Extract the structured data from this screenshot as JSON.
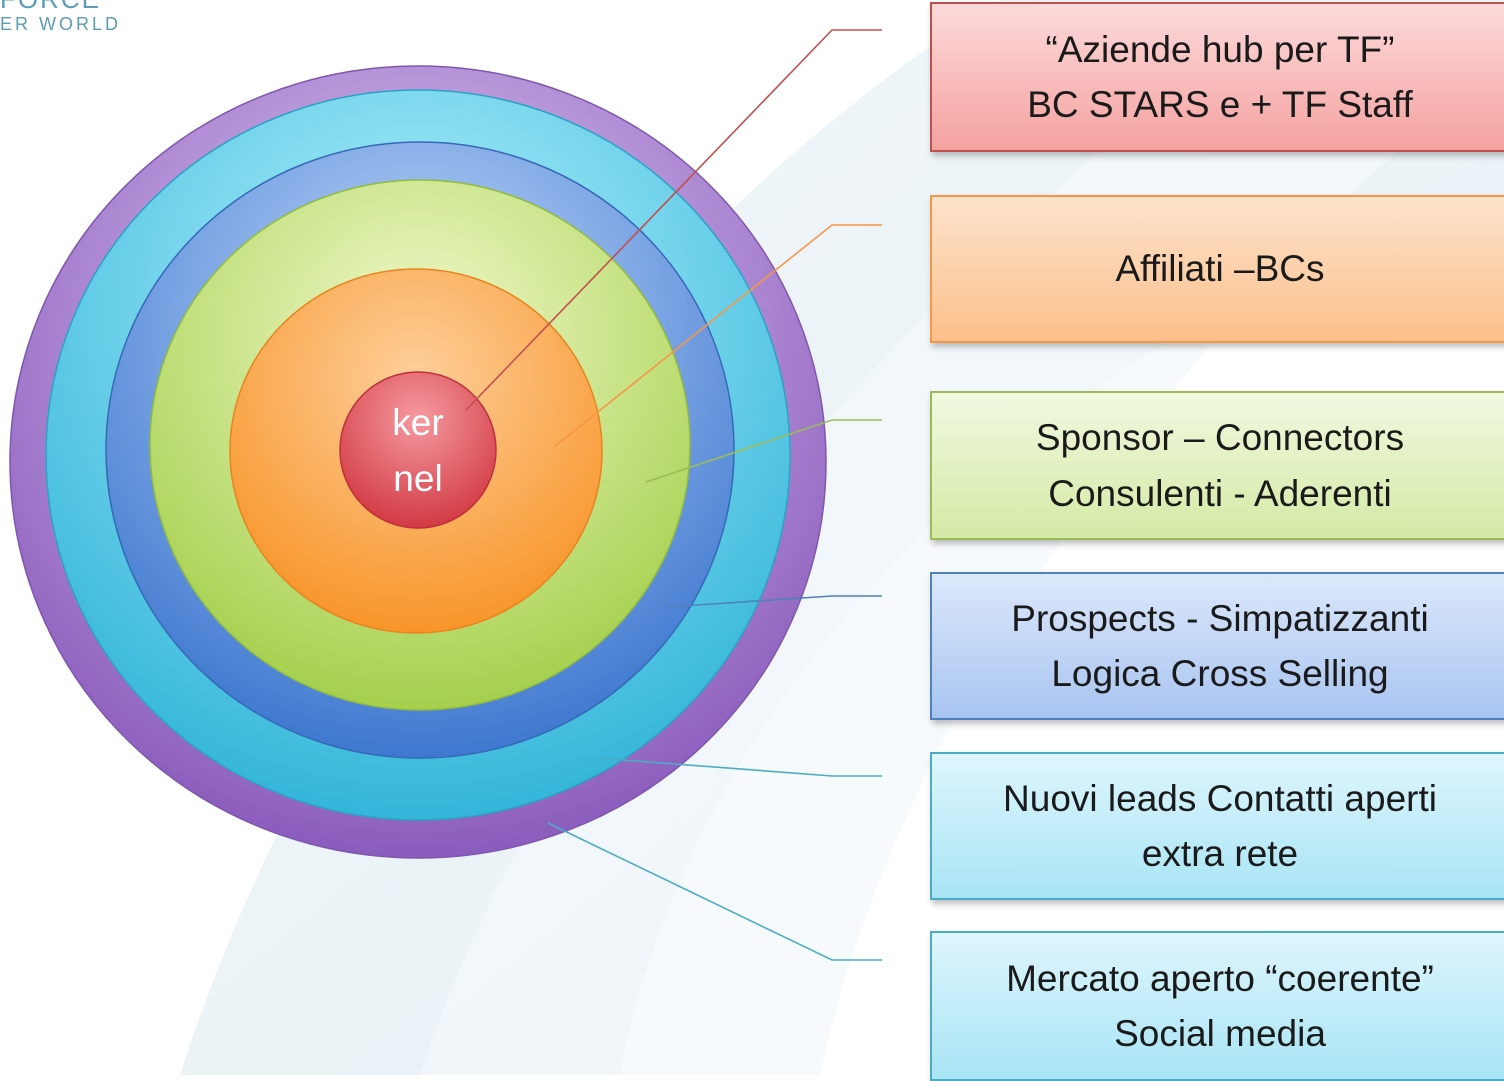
{
  "logo": {
    "mark": "FORCE",
    "text": "ER WORLD"
  },
  "kernel": {
    "line1": "ker",
    "line2": "nel"
  },
  "rings": [
    {
      "color": "#9d6fc9",
      "connects_to": "box-6"
    },
    {
      "color": "#45bedd",
      "connects_to": "box-5"
    },
    {
      "color": "#5e8fd8",
      "connects_to": "box-4"
    },
    {
      "color": "#b6d86a",
      "connects_to": "box-3"
    },
    {
      "color": "#f9a94d",
      "connects_to": "box-2"
    },
    {
      "color": "#e0535a",
      "connects_to": "box-1"
    }
  ],
  "labels": [
    {
      "line1": "“Aziende hub per TF”",
      "line2": "BC STARS e + TF Staff",
      "line_color": "#c0504d"
    },
    {
      "line1": "Affiliati –BCs",
      "line2": "",
      "line_color": "#f79646"
    },
    {
      "line1": "Sponsor – Connectors",
      "line2": "Consulenti - Aderenti",
      "line_color": "#9bbb59"
    },
    {
      "line1": "Prospects - Simpatizzanti",
      "line2": "Logica Cross Selling",
      "line_color": "#4f81bd"
    },
    {
      "line1": "Nuovi leads Contatti aperti",
      "line2": "extra rete",
      "line_color": "#4bacc6"
    },
    {
      "line1": "Mercato aperto “coerente”",
      "line2": "Social media",
      "line_color": "#4bacc6"
    }
  ]
}
